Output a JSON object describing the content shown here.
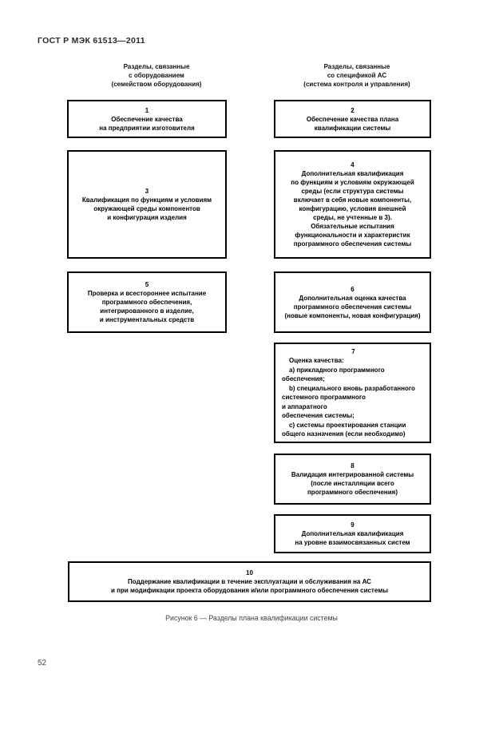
{
  "document": {
    "header": "ГОСТ Р МЭК 61513—2011",
    "figure_caption": "Рисунок 6 — Разделы плана квалификации системы",
    "page_number": "52"
  },
  "column_headers": {
    "left": {
      "line1": "Разделы, связанные",
      "line2": "с оборудованием",
      "line3": "(семейством оборудования)"
    },
    "right": {
      "line1": "Разделы, связанные",
      "line2": "со спецификой АС",
      "line3": "(система контроля и управления)"
    }
  },
  "boxes": [
    {
      "number": "1",
      "lines": [
        "Обеспечение качества",
        "на предприятии изготовителя"
      ]
    },
    {
      "number": "2",
      "lines": [
        "Обеспечение качества плана",
        "квалификации системы"
      ]
    },
    {
      "number": "3",
      "lines": [
        "Квалификация по функциям и условиям",
        "окружающей среды компонентов",
        "и конфигурация изделия"
      ]
    },
    {
      "number": "4",
      "lines": [
        "Дополнительная квалификация",
        "по функциям и условиям окружающей",
        "среды (если структура системы",
        "включает в себя новые компоненты,",
        "конфигурацию, условия внешней",
        "среды, не учтенные в 3).",
        "Обязательные испытания",
        "функциональности и характеристик",
        "программного обеспечения системы"
      ]
    },
    {
      "number": "5",
      "lines": [
        "Проверка и всестороннее испытание",
        "программного обеспечения,",
        "интегрированного в изделие,",
        "и инструментальных средств"
      ]
    },
    {
      "number": "6",
      "lines": [
        "Дополнительная оценка качества",
        "программного обеспечения системы",
        "(новые компоненты, новая конфигурация)"
      ]
    },
    {
      "number": "7",
      "lines": [
        "Оценка качества:",
        "a) прикладного программного",
        "обеспечения;",
        "b) специального вновь разработанного",
        "системного программного",
        "и аппаратного",
        "обеспечения системы;",
        "c) системы проектирования станции",
        "общего назначения (если необходимо)"
      ]
    },
    {
      "number": "8",
      "lines": [
        "Валидация интегрированной системы",
        "(после инсталляции всего",
        "программного обеспечения)"
      ]
    },
    {
      "number": "9",
      "lines": [
        "Дополнительная квалификация",
        "на уровне взаимосвязанных систем"
      ]
    },
    {
      "number": "10",
      "lines": [
        "Поддержание квалификации в течение эксплуатации и обслуживания на АС",
        "и при модификации проекта оборудования и/или программного обеспечения системы"
      ]
    }
  ]
}
